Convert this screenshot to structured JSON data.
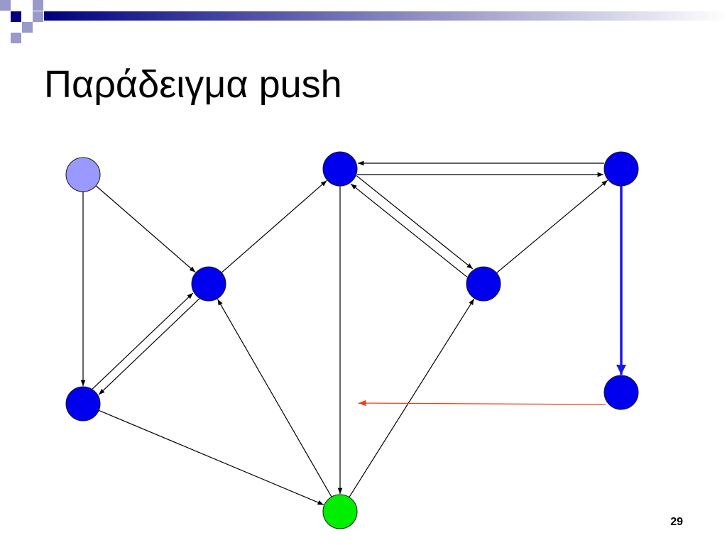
{
  "slide": {
    "title": "Παράδειγμα push",
    "number": "29"
  },
  "colors": {
    "node_default": "#0000ee",
    "node_source": "#9999ff",
    "node_sink": "#00ee00",
    "edge": "#000000",
    "edge_highlight": "#1a1ae6",
    "edge_push_indicator": "#e8401c",
    "node_stroke": "#1a1a1a",
    "header_dark": "#000080",
    "header_light": "#9999cc"
  },
  "graph": {
    "nodes": [
      {
        "id": "s",
        "role": "source"
      },
      {
        "id": "a",
        "role": "default"
      },
      {
        "id": "b",
        "role": "default"
      },
      {
        "id": "c",
        "role": "default"
      },
      {
        "id": "d",
        "role": "default"
      },
      {
        "id": "e",
        "role": "default"
      },
      {
        "id": "f",
        "role": "default"
      },
      {
        "id": "t",
        "role": "sink"
      }
    ],
    "edges": [
      {
        "from": "s",
        "to": "a"
      },
      {
        "from": "s",
        "to": "b"
      },
      {
        "from": "a",
        "to": "c"
      },
      {
        "from": "a",
        "to": "b"
      },
      {
        "from": "b",
        "to": "a"
      },
      {
        "from": "b",
        "to": "t"
      },
      {
        "from": "t",
        "to": "a"
      },
      {
        "from": "c",
        "to": "t"
      },
      {
        "from": "t",
        "to": "d"
      },
      {
        "from": "c",
        "to": "e"
      },
      {
        "from": "e",
        "to": "c"
      },
      {
        "from": "d",
        "to": "c"
      },
      {
        "from": "c",
        "to": "d"
      },
      {
        "from": "d",
        "to": "e"
      },
      {
        "from": "e",
        "to": "f",
        "highlight": true
      }
    ],
    "push_indicator": {
      "from": "f",
      "direction": "left"
    }
  }
}
